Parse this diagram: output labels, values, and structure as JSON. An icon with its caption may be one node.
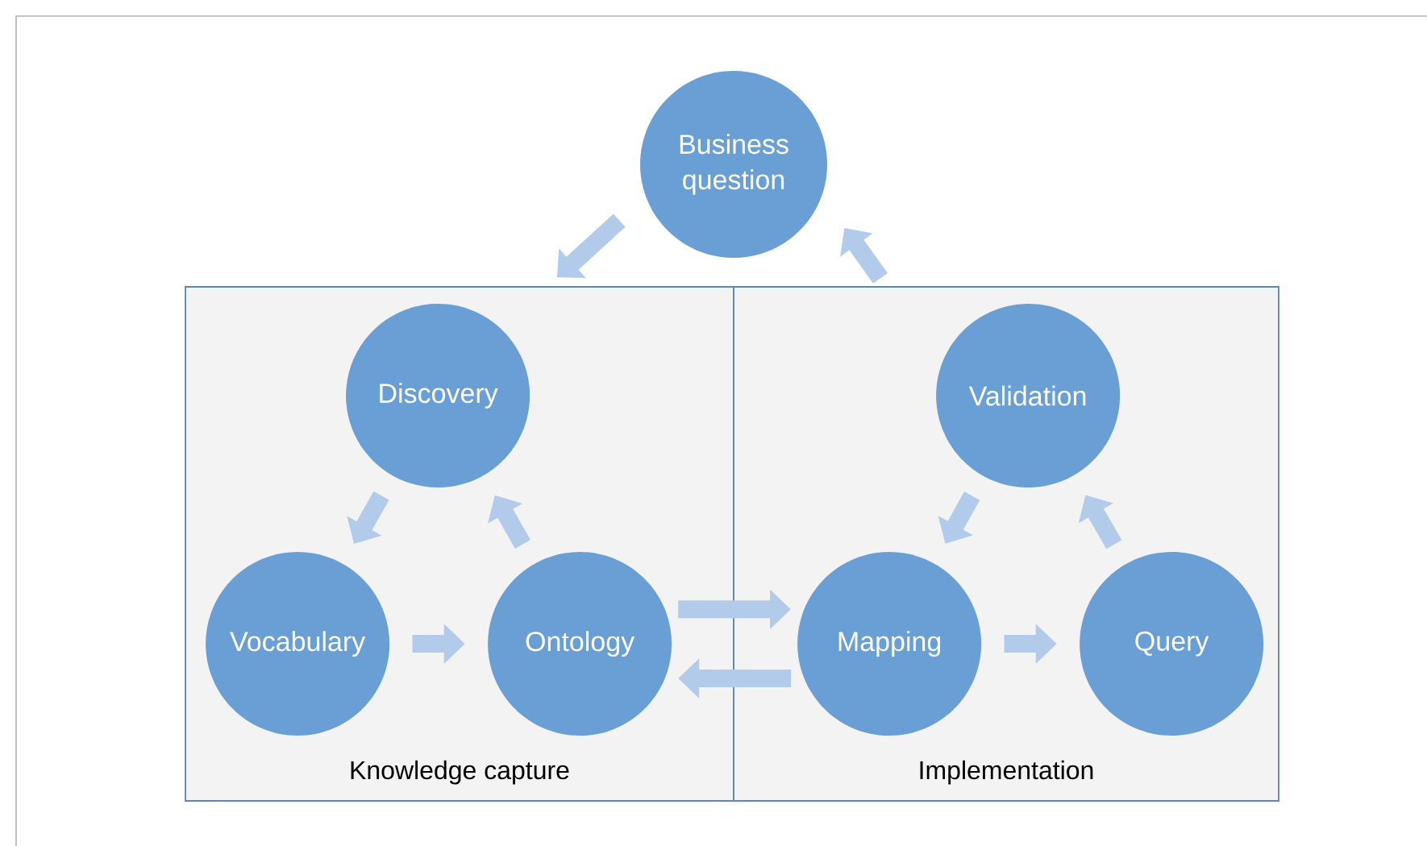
{
  "diagram": {
    "nodes": [
      {
        "text": [
          "Business question"
        ]
      },
      {
        "text": [
          "Knowledge capture"
        ]
      },
      {
        "text": [
          "Discovery"
        ],
        "in": 1
      },
      {
        "text": [
          "Vocabulary"
        ],
        "in": 1
      },
      {
        "text": [
          "Ontology"
        ],
        "in": 1
      },
      {
        "text": [
          "Implementation"
        ]
      },
      {
        "text": [
          "Validation"
        ],
        "in": 5
      },
      {
        "text": [
          "Mapping"
        ],
        "in": 5
      },
      {
        "text": [
          "Query"
        ],
        "in": 5
      }
    ],
    "edges": [
      {
        "from": 0,
        "to": 1,
        "arrow": "to"
      },
      {
        "from": 5,
        "to": 0,
        "arrow": "to"
      },
      {
        "from": 2,
        "to": 3,
        "arrow": "to"
      },
      {
        "from": 3,
        "to": 4,
        "arrow": "to"
      },
      {
        "from": 4,
        "to": 2,
        "arrow": "to"
      },
      {
        "from": 4,
        "to": 7,
        "arrow": "to"
      },
      {
        "from": 7,
        "to": 4,
        "arrow": "to"
      },
      {
        "from": 6,
        "to": 7,
        "arrow": "to"
      },
      {
        "from": 7,
        "to": 8,
        "arrow": "to"
      },
      {
        "from": 8,
        "to": 6,
        "arrow": "to"
      }
    ]
  }
}
